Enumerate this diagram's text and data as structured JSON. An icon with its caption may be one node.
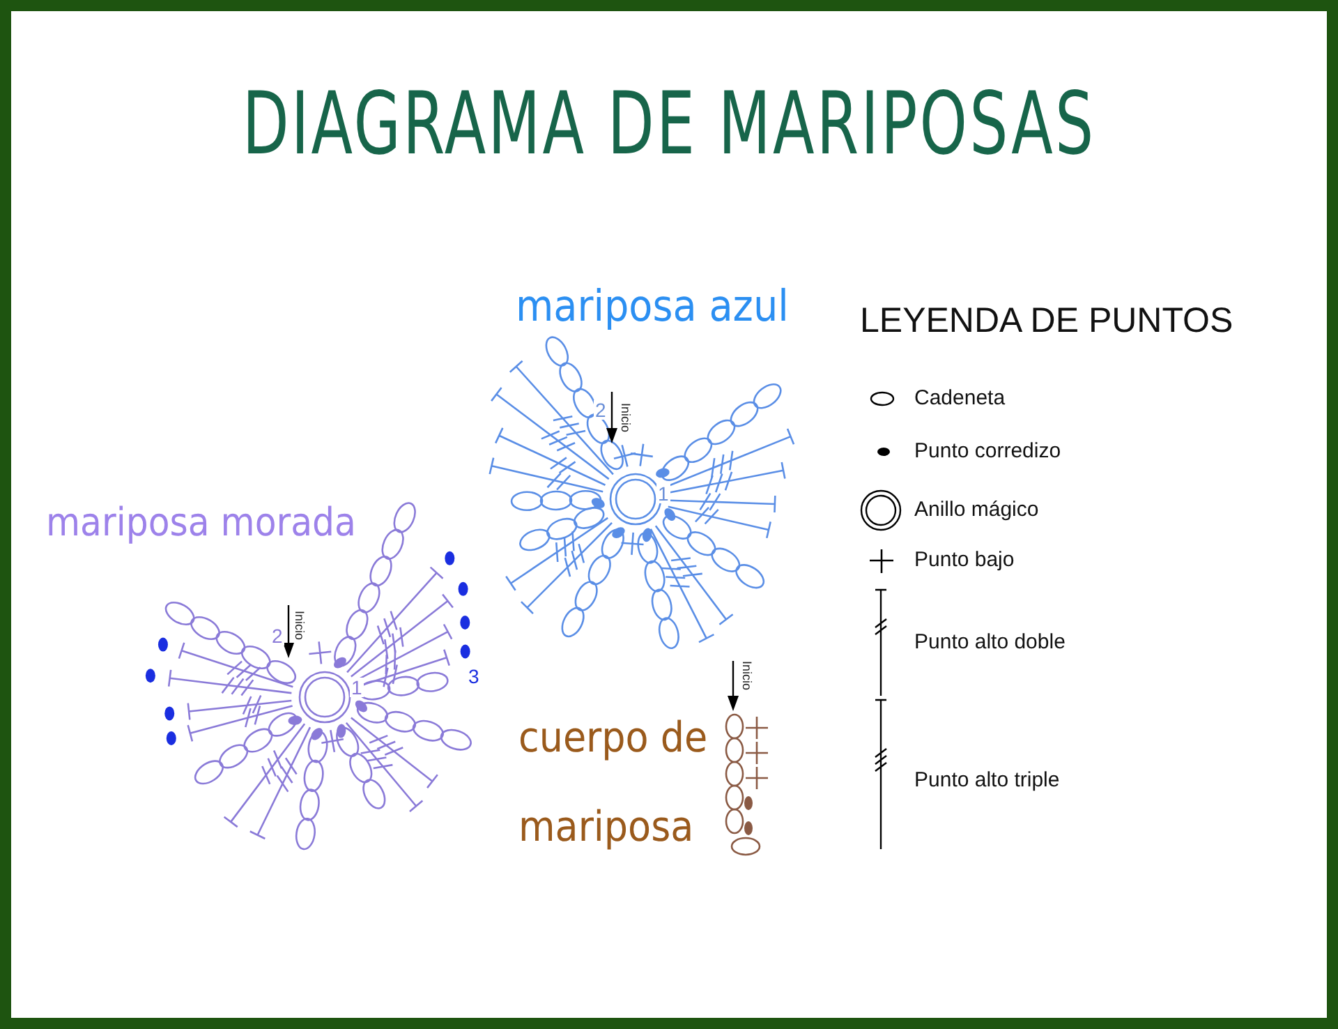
{
  "diagram": {
    "title": "DIAGRAMA DE MARIPOSAS",
    "labels": [
      "mariposa azul",
      "LEYENDA DE PUNTOS",
      "Inicio",
      "2",
      "1",
      "mariposa morada",
      "Inicio",
      "2",
      "1",
      "3",
      "cuerpo de mariposa",
      "Inicio"
    ],
    "legend": [
      {
        "text": "Cadeneta"
      },
      {
        "text": "Punto corredizo"
      },
      {
        "text": "Anillo mágico"
      },
      {
        "text": "Punto bajo"
      },
      {
        "text": "Punto alto doble"
      },
      {
        "text": "Punto alto triple"
      }
    ]
  }
}
